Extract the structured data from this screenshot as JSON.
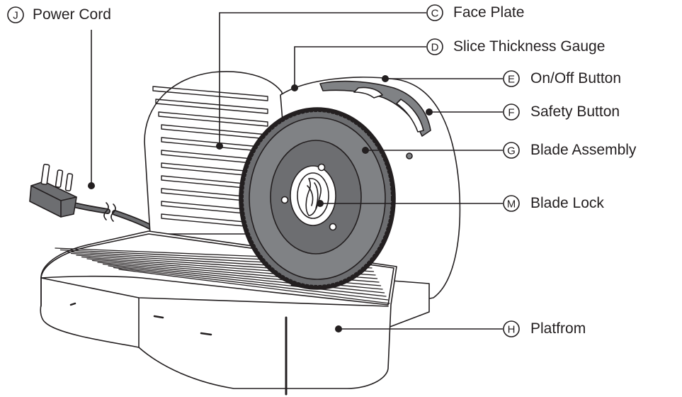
{
  "callouts": [
    {
      "id": "J",
      "letter": "J",
      "label": "Power Cord"
    },
    {
      "id": "C",
      "letter": "C",
      "label": "Face Plate"
    },
    {
      "id": "D",
      "letter": "D",
      "label": "Slice Thickness Gauge"
    },
    {
      "id": "E",
      "letter": "E",
      "label": "On/Off Button"
    },
    {
      "id": "F",
      "letter": "F",
      "label": "Safety Button"
    },
    {
      "id": "G",
      "letter": "G",
      "label": "Blade Assembly"
    },
    {
      "id": "M",
      "letter": "M",
      "label": "Blade Lock"
    },
    {
      "id": "H",
      "letter": "H",
      "label": "Platfrom"
    }
  ],
  "colors": {
    "line": "#231f20",
    "blade": "#6d6e71",
    "blade_dark": "#58595b",
    "hub": "#808285",
    "body": "#ffffff"
  }
}
